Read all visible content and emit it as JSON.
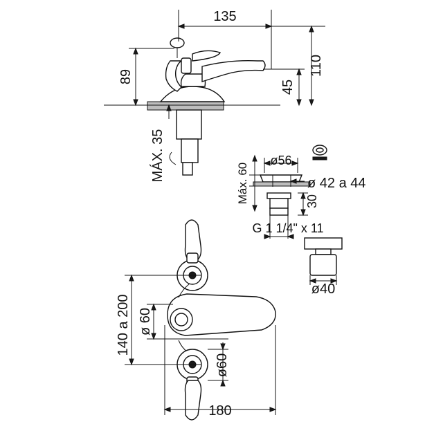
{
  "dimensions": {
    "top_width": "135",
    "height_total": "110",
    "height_spout": "45",
    "height_body": "89",
    "max_deck": "MÁX. 35",
    "waste_diameter": "ø56",
    "waste_max": "Máx. 60",
    "waste_hole": "ø 42 a 44",
    "waste_depth": "30",
    "waste_thread": "G 1 1/4\" x 11",
    "knob_diameter": "ø40",
    "centers": "140 a 200",
    "flange_diameter": "ø 60",
    "escutcheon_diameter": "ø60",
    "bottom_width": "180"
  },
  "colors": {
    "line": "#111111",
    "fill": "#ffffff",
    "shade": "#bdbdbd"
  }
}
